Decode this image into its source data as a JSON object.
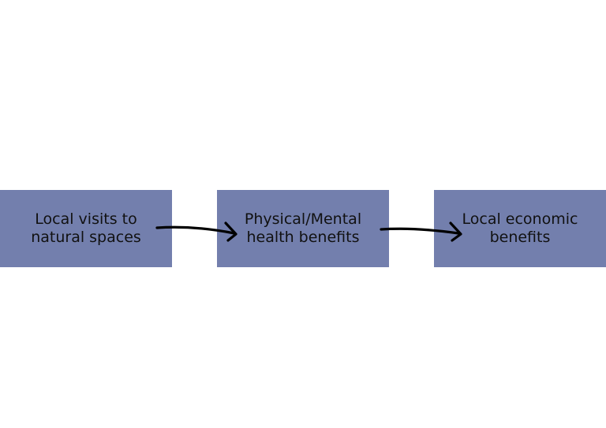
{
  "diagram": {
    "node_fill": "#737fad",
    "text_color": "#111111",
    "arrow_color": "#000000",
    "nodes": [
      {
        "id": "n1",
        "label": "Local visits to\nnatural spaces"
      },
      {
        "id": "n2",
        "label": "Physical/Mental\nhealth benefits"
      },
      {
        "id": "n3",
        "label": "Local economic\nbenefits"
      }
    ],
    "edges": [
      {
        "from": "n1",
        "to": "n2"
      },
      {
        "from": "n2",
        "to": "n3"
      }
    ]
  }
}
